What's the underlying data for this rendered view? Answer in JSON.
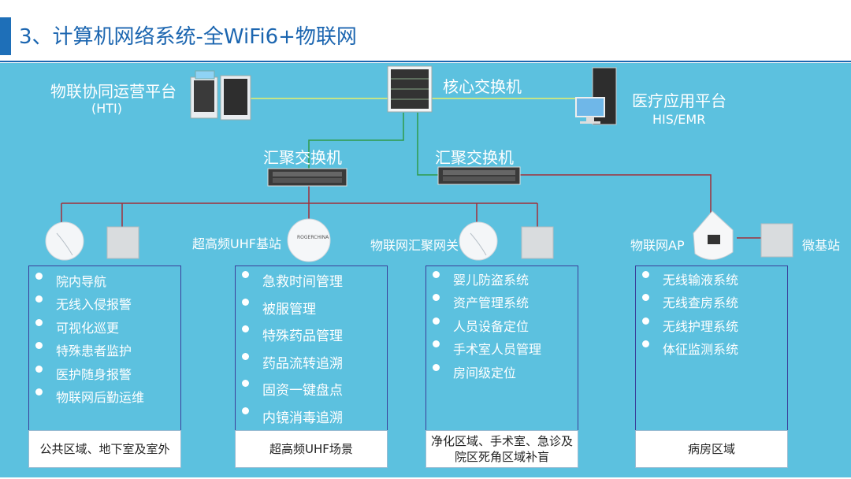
{
  "slide": {
    "title": "3、计算机网络系统-全WiFi6+物联网"
  },
  "nodes": {
    "iot_platform": {
      "name": "物联协同运营平台",
      "sub": "(HTI)"
    },
    "core_switch": {
      "name": "核心交换机"
    },
    "medical_platform": {
      "name": "医疗应用平台",
      "sub": "HIS/EMR"
    },
    "agg_switch_left": {
      "name": "汇聚交换机"
    },
    "agg_switch_right": {
      "name": "汇聚交换机"
    },
    "uhf_station": {
      "name": "超高频UHF基站",
      "brand": "ROGERCHINA"
    },
    "iot_gateway": {
      "name": "物联网汇聚网关"
    },
    "iot_ap": {
      "name": "物联网AP"
    },
    "micro_station": {
      "name": "微基站"
    }
  },
  "areas": [
    {
      "items": [
        "院内导航",
        "无线入侵报警",
        "可视化巡更",
        "特殊患者监护",
        "医护随身报警",
        "物联网后勤运维"
      ],
      "caption": "公共区域、地下室及室外"
    },
    {
      "items": [
        "急救时间管理",
        "被服管理",
        "特殊药品管理",
        "药品流转追溯",
        "固资一键盘点",
        "内镜消毒追溯"
      ],
      "caption": "超高频UHF场景"
    },
    {
      "items": [
        "婴儿防盗系统",
        "资产管理系统",
        "人员设备定位",
        "手术室人员管理",
        "房间级定位"
      ],
      "caption": "净化区域、手术室、急诊及院区死角区域补盲"
    },
    {
      "items": [
        "无线输液系统",
        "无线查房系统",
        "无线护理系统",
        "体征监测系统"
      ],
      "caption": "病房区域"
    }
  ],
  "colors": {
    "title": "#1c66b0",
    "panel": "#5cc1df",
    "box_border": "#3a3f9a",
    "line_yellow": "#e8f06a",
    "line_green": "#2f9a4a",
    "line_red": "#a0303a"
  }
}
